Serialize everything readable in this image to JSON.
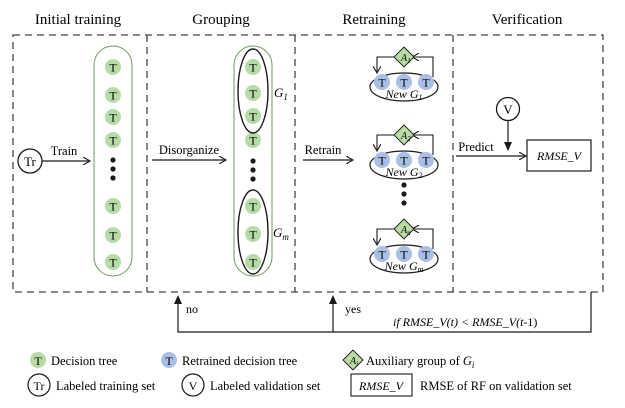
{
  "stages": [
    {
      "title": "Initial training"
    },
    {
      "title": "Grouping"
    },
    {
      "title": "Retraining"
    },
    {
      "title": "Verification"
    }
  ],
  "tree_glyph": "T",
  "training_set_glyph": "Tr",
  "validation_set_glyph": "V",
  "arrows": {
    "train": "Train",
    "disorganize": "Disorganize",
    "retrain": "Retrain",
    "predict": "Predict",
    "no": "no",
    "yes": "yes"
  },
  "groups": {
    "first": {
      "base": "G",
      "sub": "1"
    },
    "last": {
      "base": "G",
      "sub": "m"
    }
  },
  "retrain_groups": [
    {
      "aux": {
        "base": "A",
        "sub": "1"
      },
      "label": "New ",
      "base": "G",
      "sub": "1"
    },
    {
      "aux": {
        "base": "A",
        "sub": "2"
      },
      "label": "New ",
      "base": "G",
      "sub": "2"
    },
    {
      "aux": {
        "base": "A",
        "sub": "n"
      },
      "label": "New ",
      "base": "G",
      "sub": "m"
    }
  ],
  "rmse_box": "RMSE_V",
  "condition": {
    "prefix": "if ",
    "lhs": "RMSE_V(",
    "t": "t",
    "mid": ") < RMSE_V(",
    "t2": "t",
    "suffix": "-1)"
  },
  "legend": [
    {
      "symbol": "T",
      "label": "Decision tree"
    },
    {
      "symbol": "T",
      "label": "Retrained decision tree"
    },
    {
      "symbol": "A",
      "sub": "i",
      "label": "Auxiliary group of ",
      "label_var": "G",
      "label_sub": "i"
    },
    {
      "symbol": "Tr",
      "label": "Labeled training set"
    },
    {
      "symbol": "V",
      "label": "Labeled validation set"
    },
    {
      "symbol": "RMSE_V",
      "label": "RMSE of RF on validation set"
    }
  ],
  "colors": {
    "tree_green": "#b7dba6",
    "tree_blue": "#a9bfe6",
    "diamond_green": "#b9dca5",
    "capsule_green": "#6f9a5e",
    "line": "#2a2a2a",
    "dash": "#444444"
  }
}
